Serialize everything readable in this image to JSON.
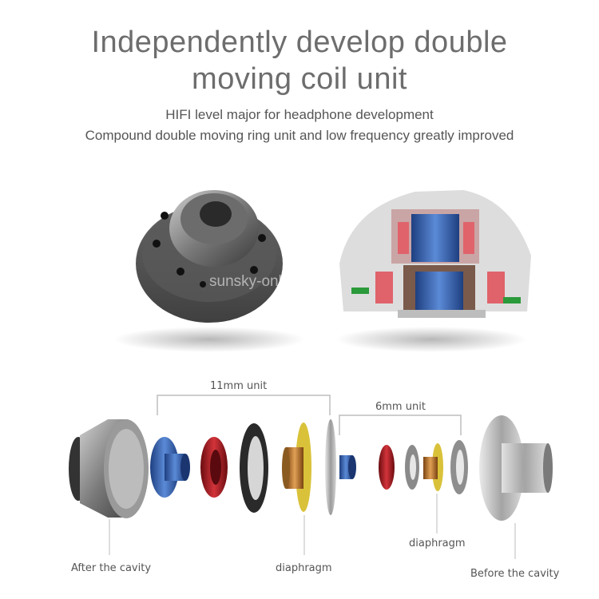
{
  "title_line1": "Independently develop double",
  "title_line2": "moving coil unit",
  "subtitle_line1": "HIFI level major for headphone development",
  "subtitle_line2": "Compound double moving ring unit and low frequency greatly improved",
  "watermark": "sunsky-online.com",
  "labels": {
    "unit_11mm": "11mm unit",
    "unit_6mm": "6mm  unit",
    "after_cavity": "After the cavity",
    "diaphragm_large": "diaphragm",
    "diaphragm_small": "diaphragm",
    "before_cavity": "Before the cavity"
  },
  "colors": {
    "text_title": "#6d6d6d",
    "accent_blue": "#2f5fb0",
    "accent_red": "#b01c22",
    "accent_copper": "#c07a2a",
    "metal_grey": "#8a8a8a"
  }
}
